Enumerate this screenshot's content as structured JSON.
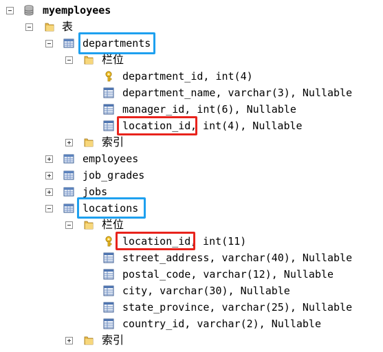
{
  "tree": {
    "database": {
      "label": "myemployees",
      "icon": "database-icon"
    },
    "tables_folder": {
      "label": "表",
      "icon": "folder-icon"
    },
    "departments": {
      "label": "departments",
      "columns_folder": "栏位",
      "columns": [
        {
          "text": "department_id, int(4)",
          "icon": "primary-key-icon"
        },
        {
          "text": "department_name, varchar(3), Nullable",
          "icon": "column-icon"
        },
        {
          "text": "manager_id, int(6), Nullable",
          "icon": "column-icon"
        },
        {
          "name": "location_id",
          "rest": ", int(4), Nullable",
          "icon": "column-icon"
        }
      ],
      "index_folder": "索引"
    },
    "tables_collapsed": [
      "employees",
      "job_grades",
      "jobs"
    ],
    "locations": {
      "label": "locations",
      "columns_folder": "栏位",
      "key_column": {
        "name": "location_id",
        "rest": ", int(11)",
        "icon": "primary-key-icon"
      },
      "columns": [
        "street_address, varchar(40), Nullable",
        "postal_code, varchar(12), Nullable",
        "city, varchar(30), Nullable",
        "state_province, varchar(25), Nullable",
        "country_id, varchar(2), Nullable"
      ],
      "index_folder": "索引"
    }
  },
  "colors": {
    "highlight_blue": "#1ea0ef",
    "highlight_red": "#e8231c"
  }
}
